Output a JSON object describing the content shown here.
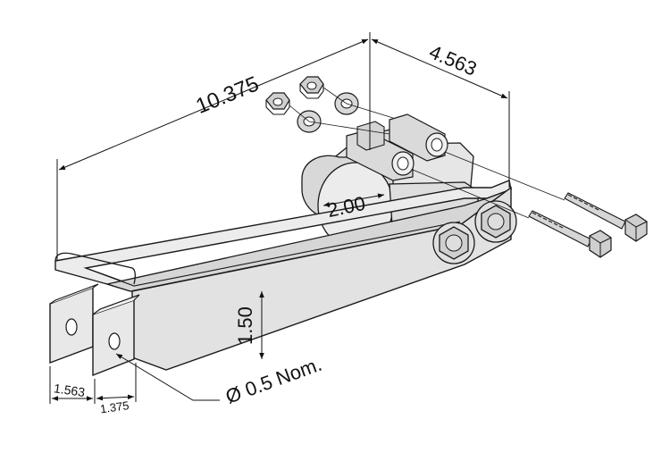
{
  "dimensions": {
    "overall_length": "10.375",
    "depth": "4.563",
    "clamp_diameter": "2.00",
    "height": "1.50",
    "hole_note": "Ø 0.5 Nom.",
    "ear_width": "1.563",
    "ear_gap": "1.375"
  },
  "colors": {
    "metal_fill": "#e4e4e4",
    "metal_shade": "#cfcfcf",
    "metal_dark": "#b5b5b5",
    "outline": "#1a1a1a",
    "dimension_line": "#111111"
  }
}
